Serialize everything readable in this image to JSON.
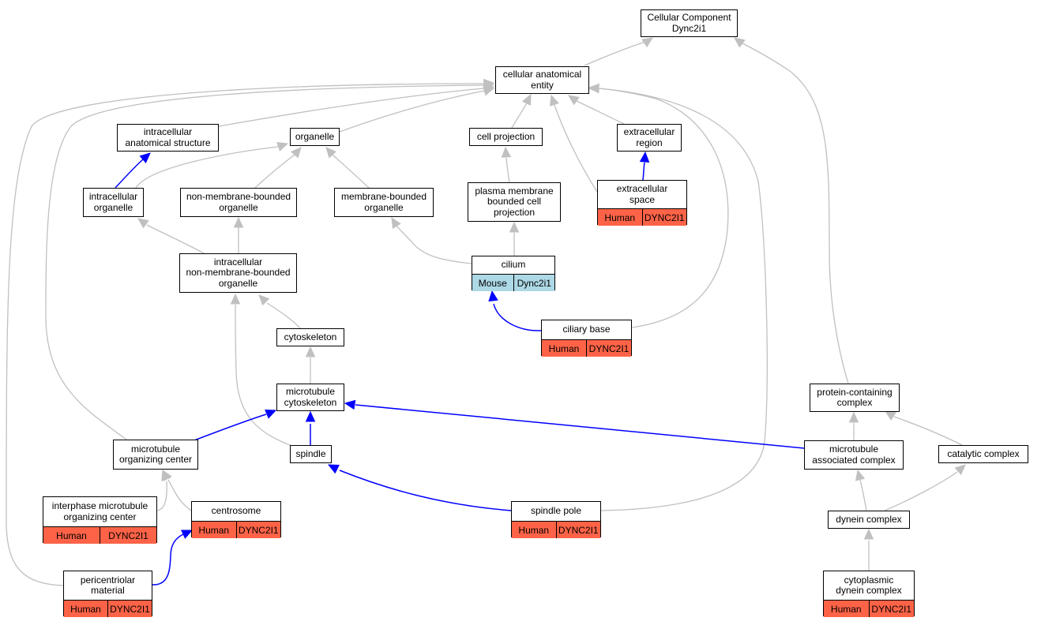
{
  "diagram": {
    "colors": {
      "human": "#ff6347",
      "mouse": "#add8e6",
      "is_a_edge": "#c0c0c0",
      "part_of_edge": "#0000ff"
    },
    "nodes": [
      {
        "id": "cc",
        "label": "Cellular Component\nDync2i1"
      },
      {
        "id": "cae",
        "label": "cellular anatomical\nentity"
      },
      {
        "id": "ias",
        "label": "intracellular\nanatomical structure"
      },
      {
        "id": "organelle",
        "label": "organelle"
      },
      {
        "id": "cellproj",
        "label": "cell projection"
      },
      {
        "id": "ecregion",
        "label": "extracellular\nregion"
      },
      {
        "id": "icorg",
        "label": "intracellular\norganelle"
      },
      {
        "id": "nmbo",
        "label": "non-membrane-bounded\norganelle"
      },
      {
        "id": "mbo",
        "label": "membrane-bounded\norganelle"
      },
      {
        "id": "pmbcp",
        "label": "plasma membrane\nbounded cell\nprojection"
      },
      {
        "id": "ecspace",
        "label": "extracellular\nspace",
        "annotation": {
          "species": "Human",
          "gene": "DYNC2I1",
          "color": "human"
        }
      },
      {
        "id": "icnmbo",
        "label": "intracellular\nnon-membrane-bounded\norganelle"
      },
      {
        "id": "cilium",
        "label": "cilium",
        "annotation": {
          "species": "Mouse",
          "gene": "Dync2i1",
          "color": "mouse"
        }
      },
      {
        "id": "ciliarybase",
        "label": "ciliary base",
        "annotation": {
          "species": "Human",
          "gene": "DYNC2I1",
          "color": "human"
        }
      },
      {
        "id": "cytoskeleton",
        "label": "cytoskeleton"
      },
      {
        "id": "mtcyto",
        "label": "microtubule\ncytoskeleton"
      },
      {
        "id": "pcc",
        "label": "protein-containing\ncomplex"
      },
      {
        "id": "mtoc",
        "label": "microtubule\norganizing center"
      },
      {
        "id": "spindle",
        "label": "spindle"
      },
      {
        "id": "mac",
        "label": "microtubule\nassociated complex"
      },
      {
        "id": "catalytic",
        "label": "catalytic complex"
      },
      {
        "id": "imtoc",
        "label": "interphase microtubule\norganizing center",
        "annotation": {
          "species": "Human",
          "gene": "DYNC2I1",
          "color": "human"
        }
      },
      {
        "id": "centrosome",
        "label": "centrosome",
        "annotation": {
          "species": "Human",
          "gene": "DYNC2I1",
          "color": "human"
        }
      },
      {
        "id": "spindlepole",
        "label": "spindle pole",
        "annotation": {
          "species": "Human",
          "gene": "DYNC2I1",
          "color": "human"
        }
      },
      {
        "id": "dynein",
        "label": "dynein complex"
      },
      {
        "id": "pcm",
        "label": "pericentriolar\nmaterial",
        "annotation": {
          "species": "Human",
          "gene": "DYNC2I1",
          "color": "human"
        }
      },
      {
        "id": "cdc",
        "label": "cytoplasmic\ndynein complex",
        "annotation": {
          "species": "Human",
          "gene": "DYNC2I1",
          "color": "human"
        }
      }
    ],
    "edges": [
      {
        "from": "cae",
        "to": "cc",
        "relation": "is_a"
      },
      {
        "from": "pcc",
        "to": "cc",
        "relation": "is_a"
      },
      {
        "from": "ias",
        "to": "cae",
        "relation": "is_a"
      },
      {
        "from": "organelle",
        "to": "cae",
        "relation": "is_a"
      },
      {
        "from": "cellproj",
        "to": "cae",
        "relation": "is_a"
      },
      {
        "from": "ecregion",
        "to": "cae",
        "relation": "is_a"
      },
      {
        "from": "ecspace",
        "to": "cae",
        "relation": "is_a"
      },
      {
        "from": "mtoc",
        "to": "cae",
        "relation": "is_a"
      },
      {
        "from": "pcm",
        "to": "cae",
        "relation": "is_a"
      },
      {
        "from": "ciliarybase",
        "to": "cae",
        "relation": "is_a"
      },
      {
        "from": "spindlepole",
        "to": "cae",
        "relation": "is_a"
      },
      {
        "from": "icorg",
        "to": "organelle",
        "relation": "is_a"
      },
      {
        "from": "nmbo",
        "to": "organelle",
        "relation": "is_a"
      },
      {
        "from": "mbo",
        "to": "organelle",
        "relation": "is_a"
      },
      {
        "from": "pmbcp",
        "to": "cellproj",
        "relation": "is_a"
      },
      {
        "from": "icorg",
        "to": "ias",
        "relation": "part_of"
      },
      {
        "from": "ecspace",
        "to": "ecregion",
        "relation": "part_of"
      },
      {
        "from": "icnmbo",
        "to": "icorg",
        "relation": "is_a"
      },
      {
        "from": "icnmbo",
        "to": "nmbo",
        "relation": "is_a"
      },
      {
        "from": "cilium",
        "to": "mbo",
        "relation": "is_a"
      },
      {
        "from": "cilium",
        "to": "pmbcp",
        "relation": "is_a"
      },
      {
        "from": "cytoskeleton",
        "to": "icnmbo",
        "relation": "is_a"
      },
      {
        "from": "spindle",
        "to": "icnmbo",
        "relation": "is_a"
      },
      {
        "from": "ciliarybase",
        "to": "cilium",
        "relation": "part_of"
      },
      {
        "from": "mtcyto",
        "to": "cytoskeleton",
        "relation": "is_a"
      },
      {
        "from": "mtoc",
        "to": "mtcyto",
        "relation": "part_of"
      },
      {
        "from": "spindle",
        "to": "mtcyto",
        "relation": "part_of"
      },
      {
        "from": "mac",
        "to": "mtcyto",
        "relation": "part_of"
      },
      {
        "from": "mac",
        "to": "pcc",
        "relation": "is_a"
      },
      {
        "from": "catalytic",
        "to": "pcc",
        "relation": "is_a"
      },
      {
        "from": "imtoc",
        "to": "mtoc",
        "relation": "is_a"
      },
      {
        "from": "centrosome",
        "to": "mtoc",
        "relation": "is_a"
      },
      {
        "from": "spindlepole",
        "to": "spindle",
        "relation": "part_of"
      },
      {
        "from": "dynein",
        "to": "mac",
        "relation": "is_a"
      },
      {
        "from": "dynein",
        "to": "catalytic",
        "relation": "is_a"
      },
      {
        "from": "pcm",
        "to": "centrosome",
        "relation": "part_of"
      },
      {
        "from": "cdc",
        "to": "dynein",
        "relation": "is_a"
      }
    ]
  }
}
